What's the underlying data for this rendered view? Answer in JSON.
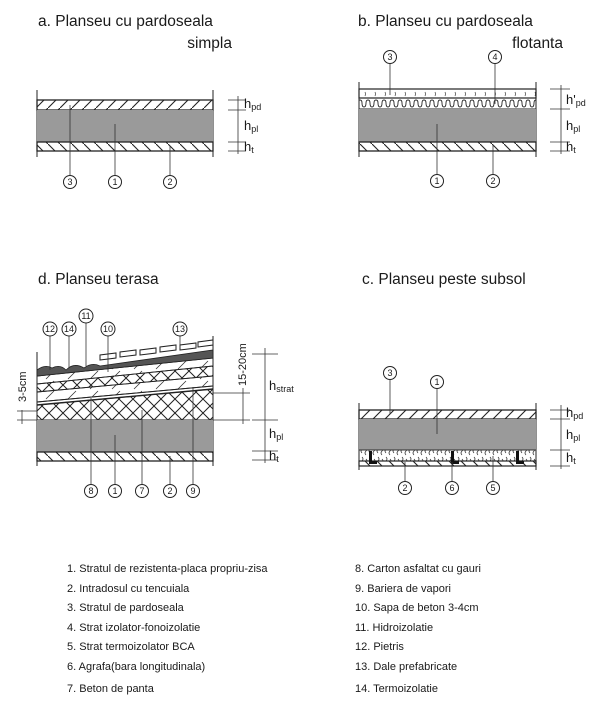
{
  "diagrams": {
    "a": {
      "title_line1": "a. Planseu cu pardoseala",
      "title_line2": "simpla",
      "dims": {
        "top": "h",
        "top_sub": "pd",
        "mid": "h",
        "mid_sub": "pl",
        "bot": "h",
        "bot_sub": "t"
      },
      "markers": [
        "3",
        "1",
        "2"
      ]
    },
    "b": {
      "title_line1": "b. Planseu cu pardoseala",
      "title_line2": "flotanta",
      "dims": {
        "top": "h'",
        "top_sub": "pd",
        "mid": "h",
        "mid_sub": "pl",
        "bot": "h",
        "bot_sub": "t"
      },
      "markers_top": [
        "3",
        "4"
      ],
      "markers_bottom": [
        "1",
        "2"
      ]
    },
    "d": {
      "title": "d. Planseu terasa",
      "dims": {
        "top": "h",
        "top_sub": "strat",
        "mid": "h",
        "mid_sub": "pl",
        "bot": "h",
        "bot_sub": "t",
        "slope_range": "15-20cm",
        "min_thickness": "3-5cm"
      },
      "markers_top": [
        "12",
        "14",
        "11",
        "10",
        "13"
      ],
      "markers_bottom": [
        "8",
        "1",
        "7",
        "2",
        "9"
      ]
    },
    "c": {
      "title": "c. Planseu peste subsol",
      "dims": {
        "top": "h",
        "top_sub": "pd",
        "mid": "h",
        "mid_sub": "pl",
        "bot": "h",
        "bot_sub": "t"
      },
      "markers_top": [
        "3",
        "1"
      ],
      "markers_bottom": [
        "2",
        "6",
        "5"
      ]
    }
  },
  "legend": {
    "left": [
      "1. Stratul de rezistenta-placa propriu-zisa",
      "2. Intradosul cu tencuiala",
      "3. Stratul de pardoseala",
      "4. Strat izolator-fonoizolatie",
      "5. Strat termoizolator BCA",
      "6. Agrafa(bara longitudinala)",
      "7. Beton de panta"
    ],
    "right": [
      "8. Carton asfaltat cu gauri",
      "9. Bariera de vapori",
      "10. Sapa de beton 3-4cm",
      "11. Hidroizolatie",
      "12. Pietris",
      "13. Dale prefabricate",
      "14. Termoizolatie"
    ]
  }
}
